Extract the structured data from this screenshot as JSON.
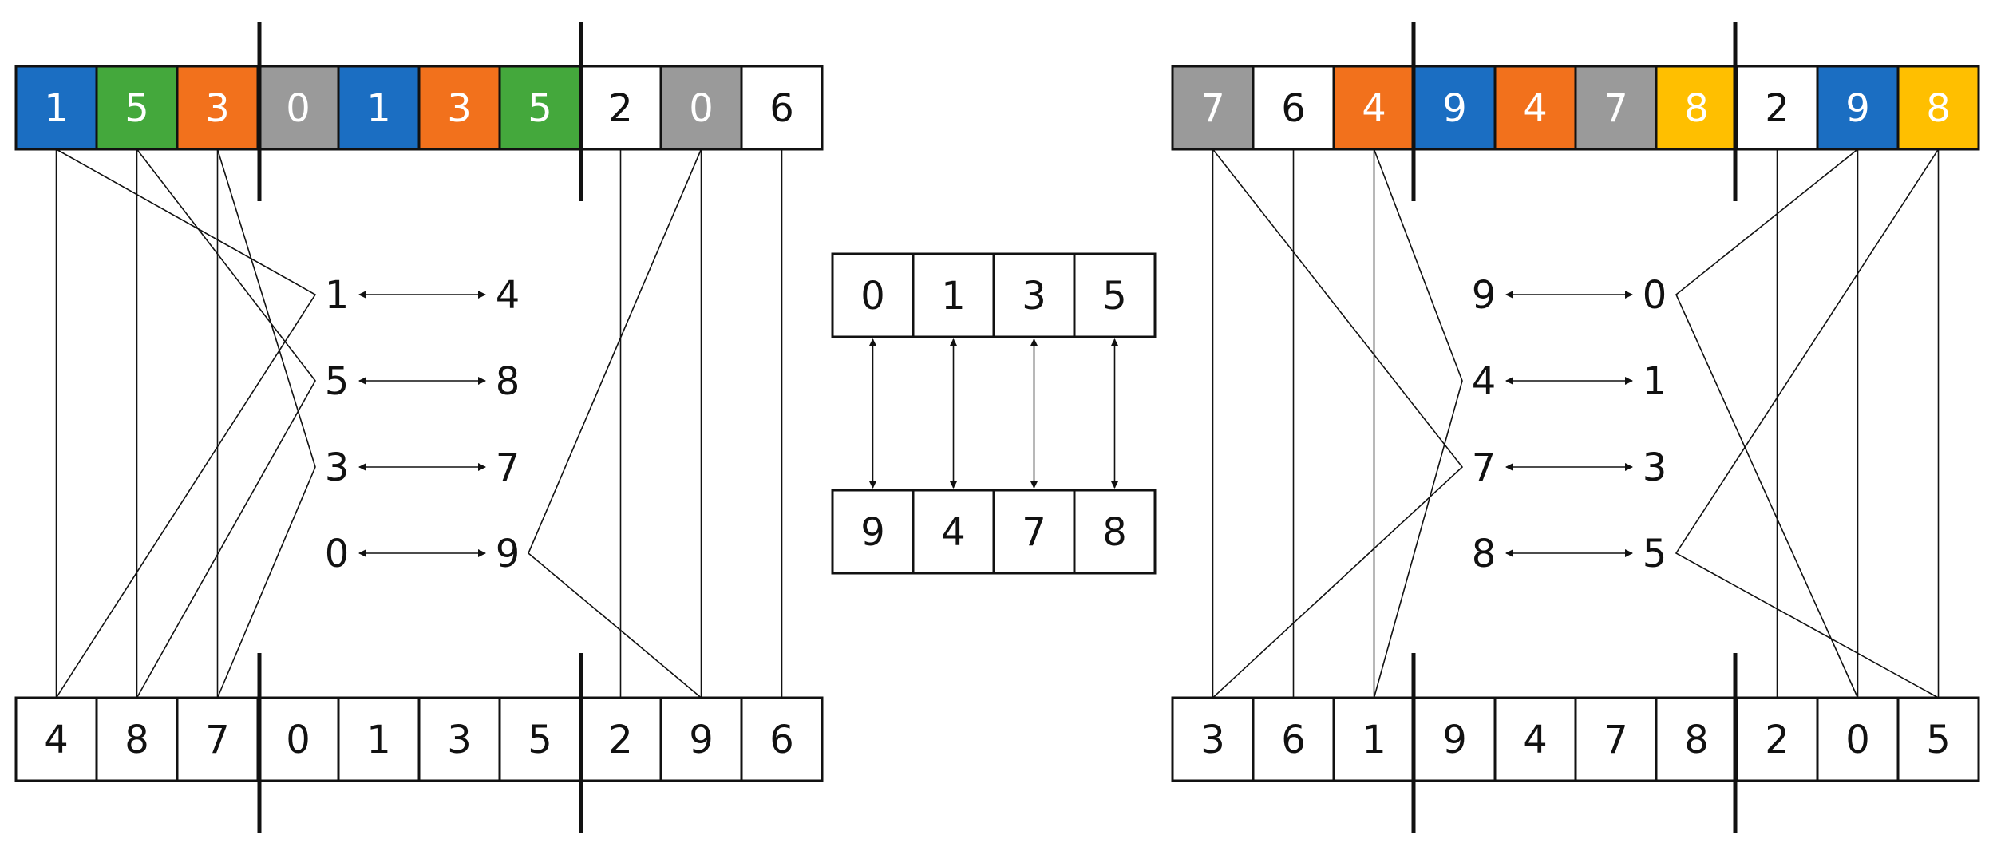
{
  "colors": {
    "blue": "#1b6ec2",
    "green": "#44a83c",
    "orange": "#f2711c",
    "gray": "#9a9a9a",
    "yellow": "#ffbf00",
    "white": "#ffffff",
    "stroke": "#111111"
  },
  "left_panel": {
    "parent": [
      {
        "value": "1",
        "color": "blue"
      },
      {
        "value": "5",
        "color": "green"
      },
      {
        "value": "3",
        "color": "orange"
      },
      {
        "value": "0",
        "color": "gray"
      },
      {
        "value": "1",
        "color": "blue"
      },
      {
        "value": "3",
        "color": "orange"
      },
      {
        "value": "5",
        "color": "green"
      },
      {
        "value": "2",
        "color": "white"
      },
      {
        "value": "0",
        "color": "gray"
      },
      {
        "value": "6",
        "color": "white"
      }
    ],
    "child": [
      "4",
      "8",
      "7",
      "0",
      "1",
      "3",
      "5",
      "2",
      "9",
      "6"
    ],
    "mapping": [
      {
        "from": "1",
        "to": "4"
      },
      {
        "from": "5",
        "to": "8"
      },
      {
        "from": "3",
        "to": "7"
      },
      {
        "from": "0",
        "to": "9"
      }
    ]
  },
  "center_panel": {
    "top": [
      "0",
      "1",
      "3",
      "5"
    ],
    "bottom": [
      "9",
      "4",
      "7",
      "8"
    ]
  },
  "right_panel": {
    "parent": [
      {
        "value": "7",
        "color": "gray"
      },
      {
        "value": "6",
        "color": "white"
      },
      {
        "value": "4",
        "color": "orange"
      },
      {
        "value": "9",
        "color": "blue"
      },
      {
        "value": "4",
        "color": "orange"
      },
      {
        "value": "7",
        "color": "gray"
      },
      {
        "value": "8",
        "color": "yellow"
      },
      {
        "value": "2",
        "color": "white"
      },
      {
        "value": "9",
        "color": "blue"
      },
      {
        "value": "8",
        "color": "yellow"
      }
    ],
    "child": [
      "3",
      "6",
      "1",
      "9",
      "4",
      "7",
      "8",
      "2",
      "0",
      "5"
    ],
    "mapping": [
      {
        "from": "9",
        "to": "0"
      },
      {
        "from": "4",
        "to": "1"
      },
      {
        "from": "7",
        "to": "3"
      },
      {
        "from": "8",
        "to": "5"
      }
    ]
  }
}
